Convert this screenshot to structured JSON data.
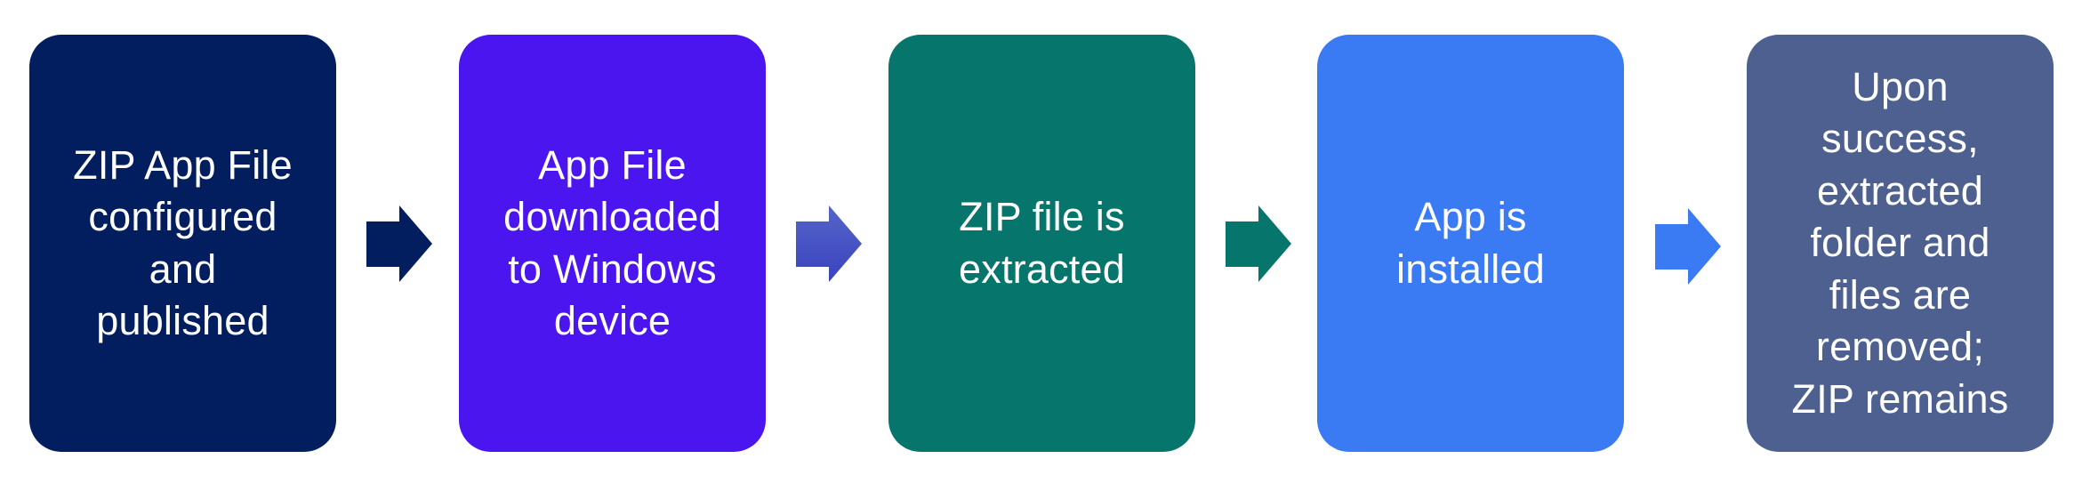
{
  "diagram": {
    "type": "process-flow",
    "direction": "left-to-right",
    "steps": [
      {
        "id": 1,
        "label": "ZIP App File\nconfigured\nand\npublished",
        "color": "#021E5E"
      },
      {
        "id": 2,
        "label": "App File\ndownloaded\nto Windows\ndevice",
        "color": "#4B15EF"
      },
      {
        "id": 3,
        "label": "ZIP file is\nextracted",
        "color": "#06756B"
      },
      {
        "id": 4,
        "label": "App is\ninstalled",
        "color": "#3A7AF3"
      },
      {
        "id": 5,
        "label": "Upon\nsuccess,\nextracted\nfolder and\nfiles are\nremoved;\nZIP remains",
        "color": "#4D608F"
      }
    ],
    "arrows": [
      {
        "from": 1,
        "to": 2,
        "color": "#021E5E"
      },
      {
        "from": 2,
        "to": 3,
        "color_top": "#5565C9",
        "color_bottom": "#3A43BE"
      },
      {
        "from": 3,
        "to": 4,
        "color": "#06756B"
      },
      {
        "from": 4,
        "to": 5,
        "color": "#3A7AF3"
      }
    ]
  }
}
